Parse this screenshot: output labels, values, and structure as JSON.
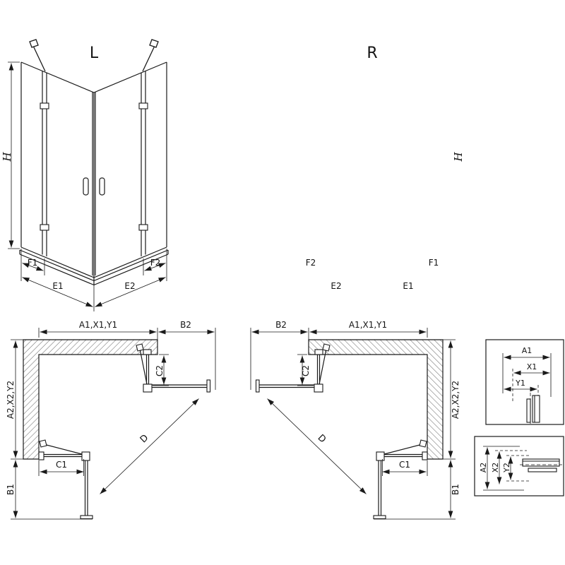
{
  "canvas": {
    "bg": "#ffffff",
    "line": "#1a1a1a"
  },
  "persp_left": {
    "variant": "L",
    "height": "H",
    "bottom_dims": [
      "F1",
      "E1",
      "E2",
      "F2"
    ]
  },
  "persp_right": {
    "variant": "R",
    "height": "H",
    "bottom_dims": [
      "F2",
      "E2",
      "E1",
      "F1"
    ]
  },
  "plan_left": {
    "width_top": "A1,X1,Y1",
    "swing_top": "B2",
    "fixed_right": "C2",
    "depth_side": "A2,X2,Y2",
    "fixed_bottom": "C1",
    "diagonal": "D",
    "swing_bottom": "B1"
  },
  "plan_right": {
    "width_top": "A1,X1,Y1",
    "swing_top": "B2",
    "fixed_right": "C2",
    "depth_side": "A2,X2,Y2",
    "fixed_bottom": "C1",
    "diagonal": "D",
    "swing_bottom": "B1"
  },
  "detail_width": {
    "labels": [
      "A1",
      "X1",
      "Y1"
    ]
  },
  "detail_depth": {
    "labels": [
      "A2",
      "X2",
      "Y2"
    ]
  }
}
